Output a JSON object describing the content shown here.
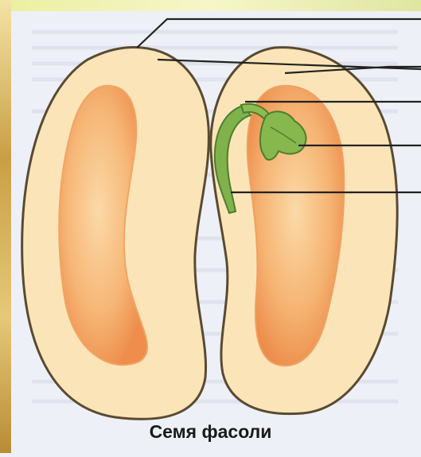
{
  "diagram": {
    "caption": "Семя фасоли",
    "parts": [
      {
        "key": "seed-coat",
        "label": ""
      },
      {
        "key": "cotyledons",
        "label": ""
      },
      {
        "key": "embryo-stem",
        "label": ""
      },
      {
        "key": "embryo-bud",
        "label": ""
      },
      {
        "key": "embryo-root",
        "label": ""
      }
    ],
    "colors": {
      "seed_fill": "#fbe5b8",
      "seed_outline": "#5a4a32",
      "inner_orange": "#f29a58",
      "embryo_green": "#7fb24a",
      "embryo_dark": "#4e7e2c",
      "leader_line": "#222222",
      "frame_gold": "#c8a24a"
    }
  }
}
